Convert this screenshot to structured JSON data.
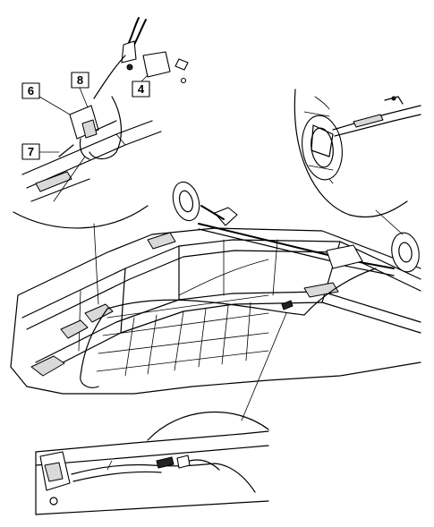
{
  "callouts": [
    {
      "id": "callout-6",
      "label": "6"
    },
    {
      "id": "callout-8",
      "label": "8"
    },
    {
      "id": "callout-4",
      "label": "4"
    },
    {
      "id": "callout-7",
      "label": "7"
    }
  ],
  "colors": {
    "line": "#000000",
    "background": "#ffffff",
    "shade": "#d9d9d9"
  }
}
